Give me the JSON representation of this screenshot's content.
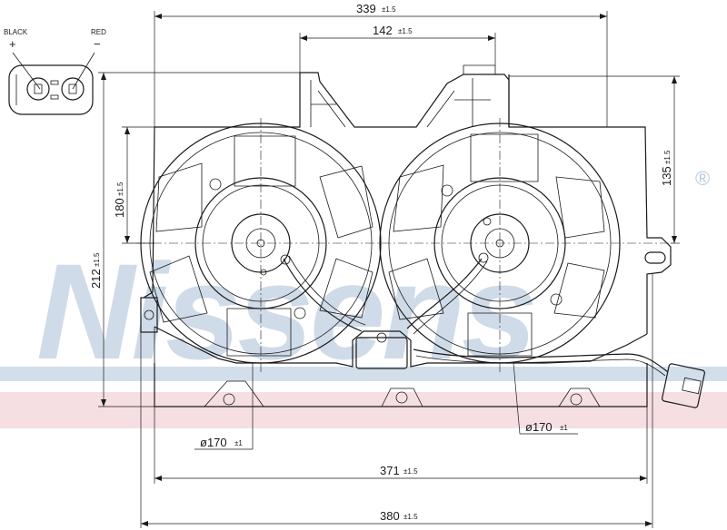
{
  "watermark": {
    "brand": "Nissens",
    "registered": "®"
  },
  "connector": {
    "left_wire_label": "BLACK",
    "right_wire_label": "RED",
    "left_polarity": "+",
    "right_polarity": "−"
  },
  "dimensions": {
    "overall_width_top": "339",
    "overall_width_top_tol": "±1.5",
    "inner_width": "142",
    "inner_width_tol": "±1.5",
    "right_height": "135",
    "right_height_tol": "±1.5",
    "left_height_inner": "180",
    "left_height_inner_tol": "±1.5",
    "left_height_outer": "212",
    "left_height_outer_tol": "±1.5",
    "fan_diameter_left": "ø170",
    "fan_diameter_left_tol": "±1",
    "fan_diameter_right": "ø170",
    "fan_diameter_right_tol": "±1",
    "bottom_width_inner": "371",
    "bottom_width_inner_tol": "±1.5",
    "bottom_width_outer": "380",
    "bottom_width_outer_tol": "±1.5"
  },
  "colors": {
    "watermark_blue": "#cfdbe8",
    "stripe_blue": "#d2deea",
    "stripe_pink": "#f6dfe3",
    "line": "#1a1a1a"
  }
}
